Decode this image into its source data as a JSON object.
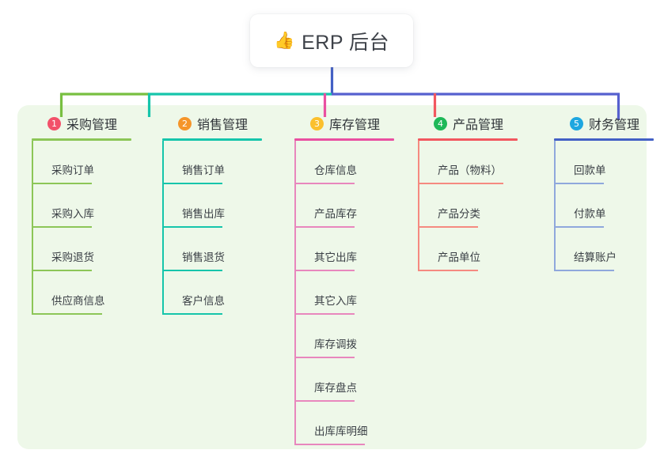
{
  "root": {
    "icon": "thumbs-up-emoji",
    "emoji": "👍",
    "title": "ERP 后台"
  },
  "colors": {
    "panel_bg": "#eef8e9",
    "canvas_bg": "#ffffff",
    "bus_left_green": "#78bf41",
    "bus_mid_teal": "#16c5ab",
    "bus_right_blue": "#5660cf",
    "stem_root": "#4360c5",
    "col1": "#8cc657",
    "col2": "#16c5ab",
    "col3": "#e887bd",
    "col4": "#f58a80",
    "col5": "#8fa8dc",
    "badge1": "#f2516a",
    "badge2": "#f5952a",
    "badge3": "#fbc02d",
    "badge4": "#1eb858",
    "badge5": "#1ea7e0",
    "drop1": "#78bf41",
    "drop2": "#16c5ab",
    "drop3": "#e94fa1",
    "drop4": "#f2575f",
    "drop5": "#5660cf",
    "text": "#3a3f45"
  },
  "columns": [
    {
      "number": "1",
      "label": "采购管理",
      "badge_color": "#f2516a",
      "line_color": "#8cc657",
      "head_rule_color": "#8cc657",
      "items": [
        {
          "label": "采购订单",
          "rule_width": 75
        },
        {
          "label": "采购入库",
          "rule_width": 75
        },
        {
          "label": "采购退货",
          "rule_width": 75
        },
        {
          "label": "供应商信息",
          "rule_width": 88
        }
      ]
    },
    {
      "number": "2",
      "label": "销售管理",
      "badge_color": "#f5952a",
      "line_color": "#16c5ab",
      "head_rule_color": "#16c5ab",
      "items": [
        {
          "label": "销售订单",
          "rule_width": 75
        },
        {
          "label": "销售出库",
          "rule_width": 75
        },
        {
          "label": "销售退货",
          "rule_width": 75
        },
        {
          "label": "客户信息",
          "rule_width": 75
        }
      ]
    },
    {
      "number": "3",
      "label": "库存管理",
      "badge_color": "#fbc02d",
      "line_color": "#e887bd",
      "head_rule_color": "#e94fa1",
      "items": [
        {
          "label": "仓库信息",
          "rule_width": 75
        },
        {
          "label": "产品库存",
          "rule_width": 75
        },
        {
          "label": "其它出库",
          "rule_width": 75
        },
        {
          "label": "其它入库",
          "rule_width": 75
        },
        {
          "label": "库存调拨",
          "rule_width": 75
        },
        {
          "label": "库存盘点",
          "rule_width": 75
        },
        {
          "label": "出库库明细",
          "rule_width": 88
        }
      ]
    },
    {
      "number": "4",
      "label": "产品管理",
      "badge_color": "#1eb858",
      "line_color": "#f58a80",
      "head_rule_color": "#f2575f",
      "items": [
        {
          "label": "产品（物料）",
          "rule_width": 107
        },
        {
          "label": "产品分类",
          "rule_width": 75
        },
        {
          "label": "产品单位",
          "rule_width": 75
        }
      ]
    },
    {
      "number": "5",
      "label": "财务管理",
      "badge_color": "#1ea7e0",
      "line_color": "#8fa8dc",
      "head_rule_color": "#4360c5",
      "items": [
        {
          "label": "回款单",
          "rule_width": 62
        },
        {
          "label": "付款单",
          "rule_width": 62
        },
        {
          "label": "结算账户",
          "rule_width": 75
        }
      ]
    }
  ]
}
